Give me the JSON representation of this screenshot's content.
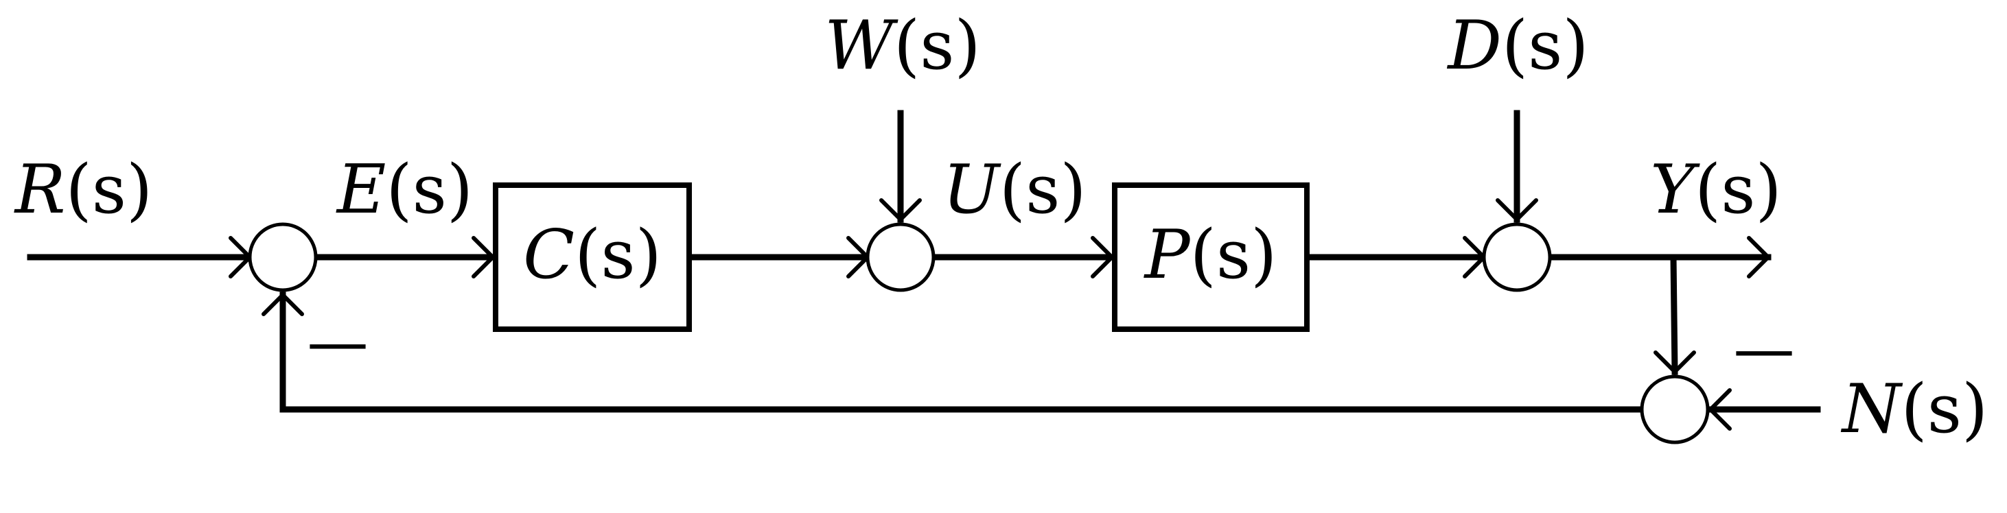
{
  "signals": {
    "reference": {
      "symbol": "R",
      "arg": "(s)"
    },
    "error": {
      "symbol": "E",
      "arg": "(s)"
    },
    "input_disturbance": {
      "symbol": "W",
      "arg": "(s)"
    },
    "control": {
      "symbol": "U",
      "arg": "(s)"
    },
    "output_disturbance": {
      "symbol": "D",
      "arg": "(s)"
    },
    "output": {
      "symbol": "Y",
      "arg": "(s)"
    },
    "noise": {
      "symbol": "N",
      "arg": "(s)"
    }
  },
  "blocks": {
    "controller": {
      "symbol": "C",
      "arg": "(s)"
    },
    "plant": {
      "symbol": "P",
      "arg": "(s)"
    }
  },
  "signs": {
    "feedback_minus": "—",
    "noise_minus": "—"
  }
}
